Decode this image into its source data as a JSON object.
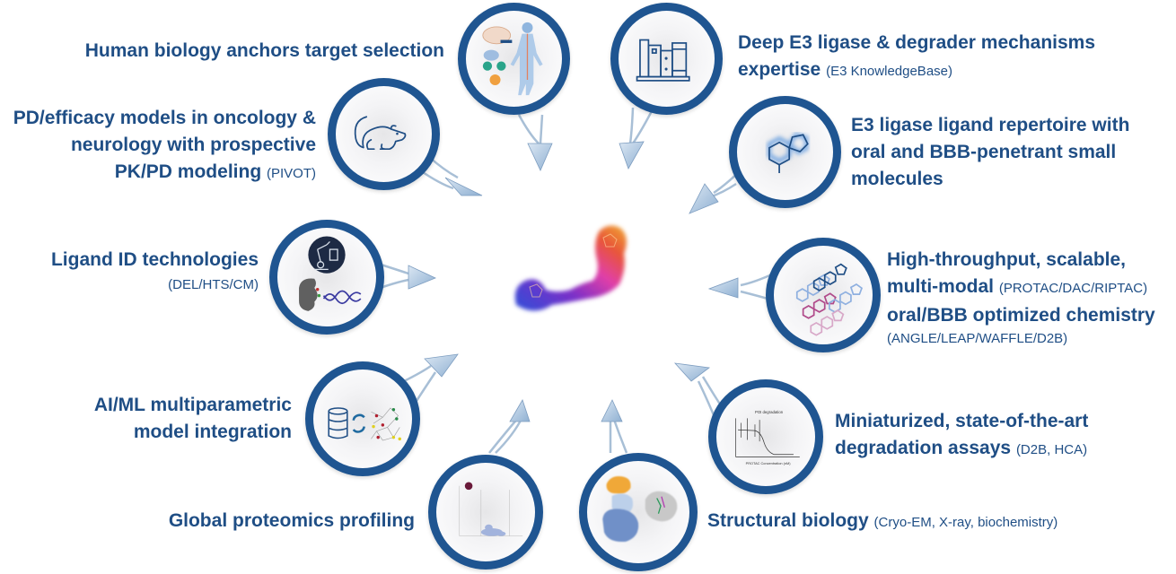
{
  "items": [
    {
      "id": "human-biology",
      "title": "Human biology anchors target selection",
      "sub": "",
      "icon": "human-body-icon"
    },
    {
      "id": "e3-expertise",
      "title_lines": [
        "Deep E3 ligase & degrader mechanisms",
        "expertise"
      ],
      "sub": "(E3 KnowledgeBase)",
      "icon": "bookshelf-icon"
    },
    {
      "id": "pd-efficacy",
      "title_lines": [
        "PD/efficacy models in oncology &",
        "neurology with prospective",
        "PK/PD modeling"
      ],
      "sub": "(PIVOT)",
      "icon": "mouse-icon"
    },
    {
      "id": "e3-ligand",
      "title_lines": [
        "E3 ligase ligand repertoire with",
        "oral and BBB-penetrant small",
        "molecules"
      ],
      "sub": "",
      "icon": "molecule-icon"
    },
    {
      "id": "ligand-id",
      "title": "Ligand ID technologies",
      "sub": "(DEL/HTS/CM)",
      "icon": "robot-arm-dna-icon"
    },
    {
      "id": "high-throughput",
      "title_lines": [
        "High-throughput, scalable,",
        "multi-modal",
        "oral/BBB optimized chemistry"
      ],
      "sub_inline": "(PROTAC/DAC/RIPTAC)",
      "sub": "(ANGLE/LEAP/WAFFLE/D2B)",
      "icon": "chemistry-chains-icon"
    },
    {
      "id": "ai-ml",
      "title_lines": [
        "AI/ML multiparametric",
        "model integration"
      ],
      "sub": "",
      "icon": "database-network-icon"
    },
    {
      "id": "assays",
      "title_lines": [
        "Miniaturized, state-of-the-art",
        "degradation assays"
      ],
      "sub": "(D2B, HCA)",
      "icon": "dose-response-chart-icon"
    },
    {
      "id": "proteomics",
      "title": "Global proteomics profiling",
      "sub": "",
      "icon": "volcano-plot-icon"
    },
    {
      "id": "structural",
      "title": "Structural biology",
      "sub": "(Cryo-EM, X-ray, biochemistry)",
      "icon": "protein-structure-icon"
    }
  ],
  "assay_chart": {
    "title": "POI degradation",
    "xlabel": "PROTAC Concentration (nM)"
  },
  "colors": {
    "primary": "#1f4e85",
    "ring": "#1f5591",
    "arrow": "#a9c3dd"
  }
}
